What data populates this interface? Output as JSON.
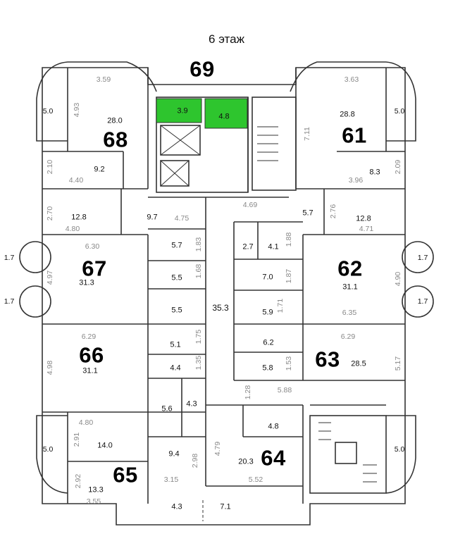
{
  "floor_title": "6 этаж",
  "highlight_color": "#2ec52e",
  "wall_color": "#333333",
  "apartments": [
    {
      "id": "69",
      "area": "3.9",
      "area2": "4.8"
    },
    {
      "id": "68",
      "area": "28.0"
    },
    {
      "id": "61",
      "area": "28.8"
    },
    {
      "id": "67",
      "area": "31.3"
    },
    {
      "id": "62",
      "area": "31.1"
    },
    {
      "id": "66",
      "area": "31.1"
    },
    {
      "id": "63",
      "area": "28.5"
    },
    {
      "id": "65",
      "area": "13.3"
    },
    {
      "id": "64",
      "area": "20.3"
    }
  ],
  "room_areas": [
    "9.2",
    "12.8",
    "9.7",
    "5.7",
    "5.5",
    "5.5",
    "5.1",
    "4.4",
    "35.3",
    "5.6",
    "4.3",
    "14.0",
    "9.4",
    "8.3",
    "5.7",
    "12.8",
    "2.7",
    "4.1",
    "7.0",
    "5.9",
    "6.2",
    "5.8",
    "4.8"
  ],
  "dimensions": [
    "3.59",
    "4.93",
    "5.0",
    "2.10",
    "4.40",
    "2.70",
    "4.80",
    "4.75",
    "1.7",
    "6.30",
    "4.97",
    "1.7",
    "1.83",
    "1.68",
    "1.75",
    "1.35",
    "6.29",
    "4.98",
    "4.80",
    "2.91",
    "5.0",
    "2.98",
    "2.92",
    "3.15",
    "3.55",
    "4.3",
    "7.1",
    "3.63",
    "5.0",
    "7.11",
    "2.09",
    "3.96",
    "4.69",
    "2.76",
    "4.71",
    "1.88",
    "1.87",
    "1.71",
    "1.7",
    "4.90",
    "1.7",
    "6.35",
    "6.29",
    "1.53",
    "5.17",
    "1.28",
    "5.88",
    "4.79",
    "5.52",
    "5.0"
  ]
}
